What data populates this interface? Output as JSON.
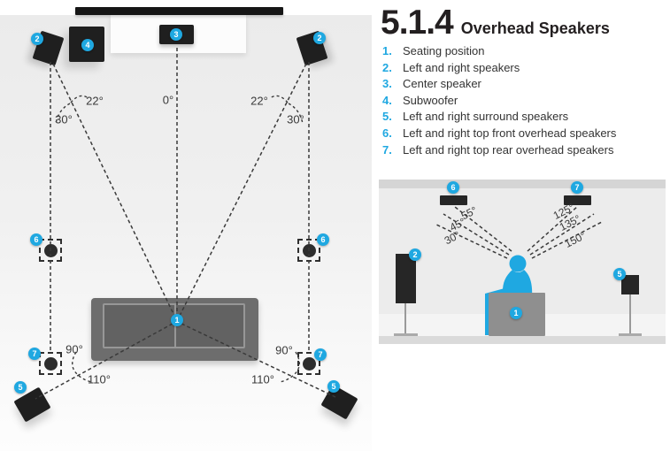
{
  "title": {
    "number": "5.1.4",
    "text": "Overhead Speakers"
  },
  "legend": {
    "items": [
      {
        "num": "1.",
        "label": "Seating position"
      },
      {
        "num": "2.",
        "label": "Left and right speakers"
      },
      {
        "num": "3.",
        "label": "Center speaker"
      },
      {
        "num": "4.",
        "label": "Subwoofer"
      },
      {
        "num": "5.",
        "label": "Left and right surround speakers"
      },
      {
        "num": "6.",
        "label": "Left and right top front overhead speakers"
      },
      {
        "num": "7.",
        "label": "Left and right top rear overhead speakers"
      }
    ]
  },
  "badges": {
    "n1": "1",
    "n2": "2",
    "n3": "3",
    "n4": "4",
    "n5": "5",
    "n6": "6",
    "n7": "7"
  },
  "topdown": {
    "angles": {
      "left_22": "22°",
      "center_0": "0°",
      "right_22": "22°",
      "left_30": "30°",
      "right_30": "30°",
      "left_90": "90°",
      "right_90": "90°",
      "left_110": "110°",
      "right_110": "110°"
    }
  },
  "sideview": {
    "angles": {
      "a30": "30°",
      "a45": "45°",
      "a55": "55°",
      "a125": "125°",
      "a135": "135°",
      "a150": "150°"
    }
  },
  "colors": {
    "accent": "#1fa8e1",
    "speaker": "#1f1f1f",
    "line": "#3a3a3a"
  }
}
